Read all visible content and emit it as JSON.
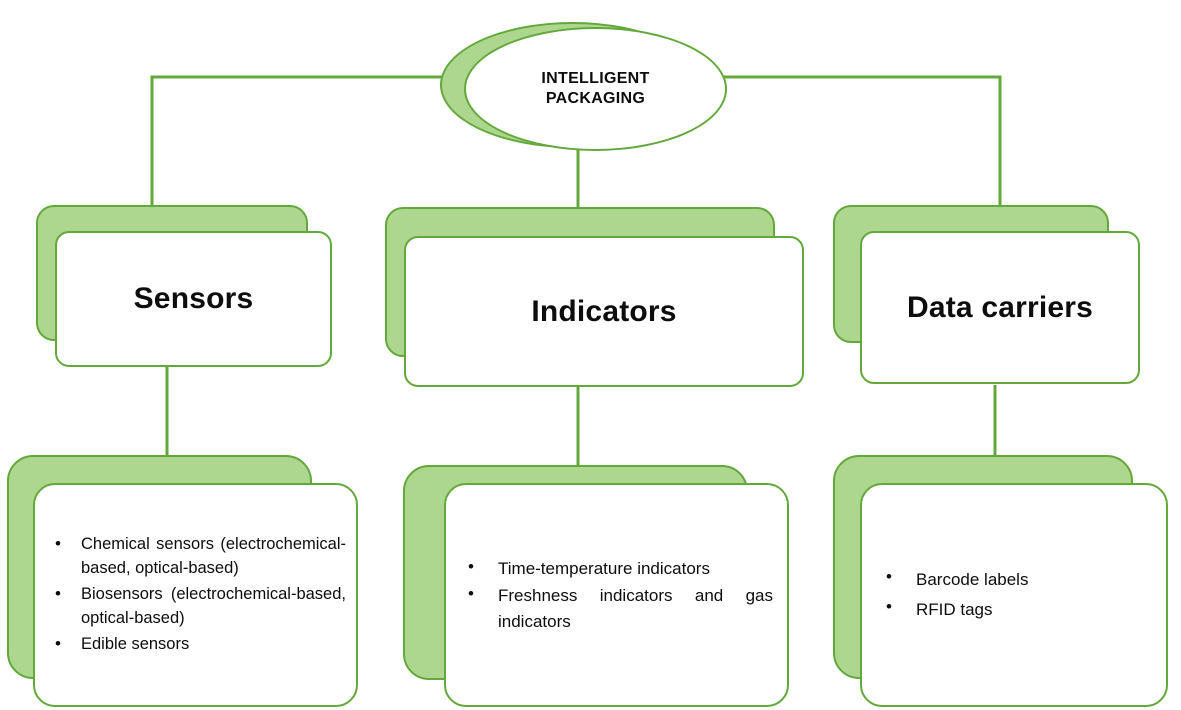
{
  "diagram": {
    "title": "Intelligent Packaging classification",
    "colors": {
      "border_green": "#62A83B",
      "fill_green": "#ADD68E",
      "card_white": "#FFFFFF",
      "text_black": "#0D0D0D"
    },
    "root": {
      "label": "INTELLIGENT\nPACKAGING"
    },
    "branches": [
      {
        "id": "sensors",
        "header": "Sensors",
        "items": [
          "Chemical sensors (electrochemical-based, optical-based)",
          "Biosensors (electrochemical-based, optical-based)",
          "Edible sensors"
        ]
      },
      {
        "id": "indicators",
        "header": "Indicators",
        "items": [
          "Time-temperature indicators",
          "Freshness indicators and gas indicators"
        ]
      },
      {
        "id": "data-carriers",
        "header": "Data carriers",
        "items": [
          "Barcode labels",
          "RFID tags"
        ]
      }
    ]
  }
}
